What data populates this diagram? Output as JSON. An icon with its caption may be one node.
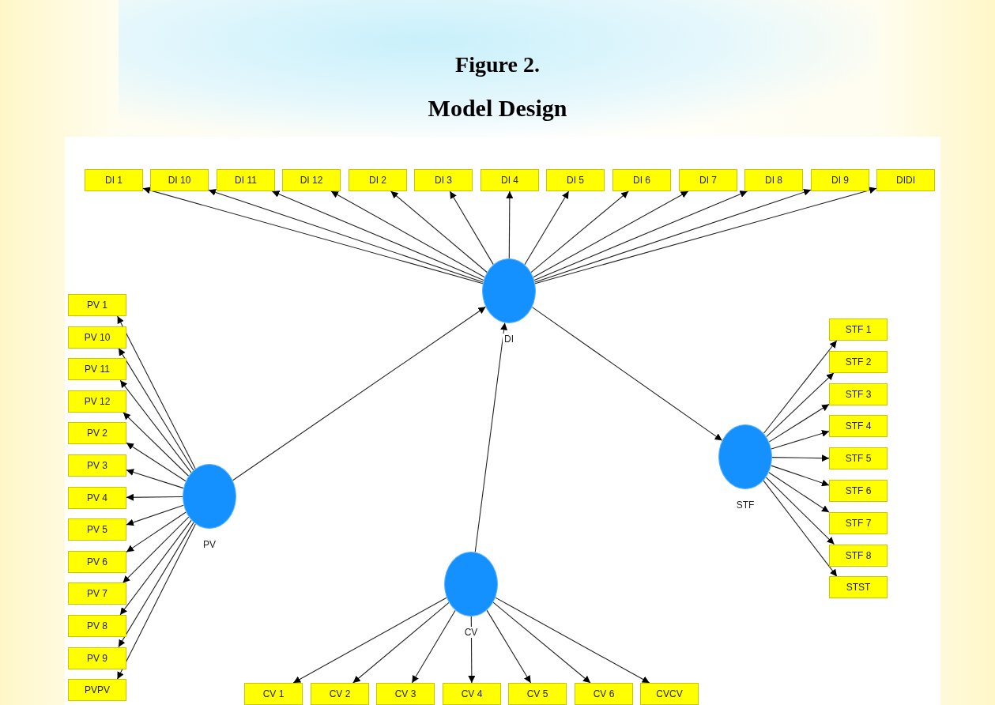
{
  "diagram": {
    "title": "Model Design",
    "nodes": [
      {
        "text": [
          "DI 1"
        ]
      },
      {
        "text": [
          "DI 10"
        ]
      },
      {
        "text": [
          "DI 11"
        ]
      },
      {
        "text": [
          "DI 12"
        ]
      },
      {
        "text": [
          "DI 2"
        ]
      },
      {
        "text": [
          "DI 3"
        ]
      },
      {
        "text": [
          "DI 4"
        ]
      },
      {
        "text": [
          "DI 5"
        ]
      },
      {
        "text": [
          "DI 6"
        ]
      },
      {
        "text": [
          "DI 7"
        ]
      },
      {
        "text": [
          "DI 8"
        ]
      },
      {
        "text": [
          "DI 9"
        ]
      },
      {
        "text": [
          "DIDI"
        ]
      },
      {
        "text": [],
        "shape": "circle",
        "beside": [
          "DI"
        ]
      },
      {
        "text": [
          "PV 1"
        ]
      },
      {
        "text": [
          "PV 10"
        ]
      },
      {
        "text": [
          "PV 11"
        ]
      },
      {
        "text": [
          "PV 12"
        ]
      },
      {
        "text": [
          "PV 2"
        ]
      },
      {
        "text": [
          "PV 3"
        ]
      },
      {
        "text": [
          "PV 4"
        ]
      },
      {
        "text": [
          "PV 5"
        ]
      },
      {
        "text": [
          "PV 6"
        ]
      },
      {
        "text": [
          "PV 7"
        ]
      },
      {
        "text": [
          "PV 8"
        ]
      },
      {
        "text": [
          "PV 9"
        ]
      },
      {
        "text": [
          "PVPV"
        ]
      },
      {
        "text": [],
        "shape": "circle",
        "beside": [
          "PV"
        ]
      },
      {
        "text": [],
        "shape": "circle",
        "beside": [
          "STF"
        ]
      },
      {
        "text": [
          "STF 1"
        ]
      },
      {
        "text": [
          "STF 2"
        ]
      },
      {
        "text": [
          "STF 3"
        ]
      },
      {
        "text": [
          "STF 4"
        ]
      },
      {
        "text": [
          "STF 5"
        ]
      },
      {
        "text": [
          "STF 6"
        ]
      },
      {
        "text": [
          "STF 7"
        ]
      },
      {
        "text": [
          "STF 8"
        ]
      },
      {
        "text": [
          "STST"
        ]
      },
      {
        "text": [],
        "shape": "circle",
        "beside": [
          "CV"
        ]
      },
      {
        "text": [
          "CV 1"
        ]
      },
      {
        "text": [
          "CV 2"
        ]
      },
      {
        "text": [
          "CV 3"
        ]
      },
      {
        "text": [
          "CV 4"
        ]
      },
      {
        "text": [
          "CV 5"
        ]
      },
      {
        "text": [
          "CV 6"
        ]
      },
      {
        "text": [
          "CVCV"
        ]
      }
    ],
    "edges": [
      {
        "from": 13,
        "to": 0,
        "arrow": "to"
      },
      {
        "from": 13,
        "to": 1,
        "arrow": "to"
      },
      {
        "from": 13,
        "to": 2,
        "arrow": "to"
      },
      {
        "from": 13,
        "to": 3,
        "arrow": "to"
      },
      {
        "from": 13,
        "to": 4,
        "arrow": "to"
      },
      {
        "from": 13,
        "to": 5,
        "arrow": "to"
      },
      {
        "from": 13,
        "to": 6,
        "arrow": "to"
      },
      {
        "from": 13,
        "to": 7,
        "arrow": "to"
      },
      {
        "from": 13,
        "to": 8,
        "arrow": "to"
      },
      {
        "from": 13,
        "to": 9,
        "arrow": "to"
      },
      {
        "from": 13,
        "to": 10,
        "arrow": "to"
      },
      {
        "from": 13,
        "to": 11,
        "arrow": "to"
      },
      {
        "from": 13,
        "to": 12,
        "arrow": "to"
      },
      {
        "from": 27,
        "to": 14,
        "arrow": "to"
      },
      {
        "from": 27,
        "to": 15,
        "arrow": "to"
      },
      {
        "from": 27,
        "to": 16,
        "arrow": "to"
      },
      {
        "from": 27,
        "to": 17,
        "arrow": "to"
      },
      {
        "from": 27,
        "to": 18,
        "arrow": "to"
      },
      {
        "from": 27,
        "to": 19,
        "arrow": "to"
      },
      {
        "from": 27,
        "to": 20,
        "arrow": "to"
      },
      {
        "from": 27,
        "to": 21,
        "arrow": "to"
      },
      {
        "from": 27,
        "to": 22,
        "arrow": "to"
      },
      {
        "from": 27,
        "to": 23,
        "arrow": "to"
      },
      {
        "from": 27,
        "to": 24,
        "arrow": "to"
      },
      {
        "from": 27,
        "to": 25,
        "arrow": "to"
      },
      {
        "from": 27,
        "to": 26,
        "arrow": "to"
      },
      {
        "from": 28,
        "to": 29,
        "arrow": "to"
      },
      {
        "from": 28,
        "to": 30,
        "arrow": "to"
      },
      {
        "from": 28,
        "to": 31,
        "arrow": "to"
      },
      {
        "from": 28,
        "to": 32,
        "arrow": "to"
      },
      {
        "from": 28,
        "to": 33,
        "arrow": "to"
      },
      {
        "from": 28,
        "to": 34,
        "arrow": "to"
      },
      {
        "from": 28,
        "to": 35,
        "arrow": "to"
      },
      {
        "from": 28,
        "to": 36,
        "arrow": "to"
      },
      {
        "from": 28,
        "to": 37,
        "arrow": "to"
      },
      {
        "from": 38,
        "to": 39,
        "arrow": "to"
      },
      {
        "from": 38,
        "to": 40,
        "arrow": "to"
      },
      {
        "from": 38,
        "to": 41,
        "arrow": "to"
      },
      {
        "from": 38,
        "to": 42,
        "arrow": "to"
      },
      {
        "from": 38,
        "to": 43,
        "arrow": "to"
      },
      {
        "from": 38,
        "to": 44,
        "arrow": "to"
      },
      {
        "from": 38,
        "to": 45,
        "arrow": "to"
      },
      {
        "from": 27,
        "to": 13,
        "arrow": "to"
      },
      {
        "from": 38,
        "to": 13,
        "arrow": "to"
      },
      {
        "from": 13,
        "to": 28,
        "arrow": "to"
      }
    ],
    "labels": [
      "Figure 2."
    ]
  }
}
